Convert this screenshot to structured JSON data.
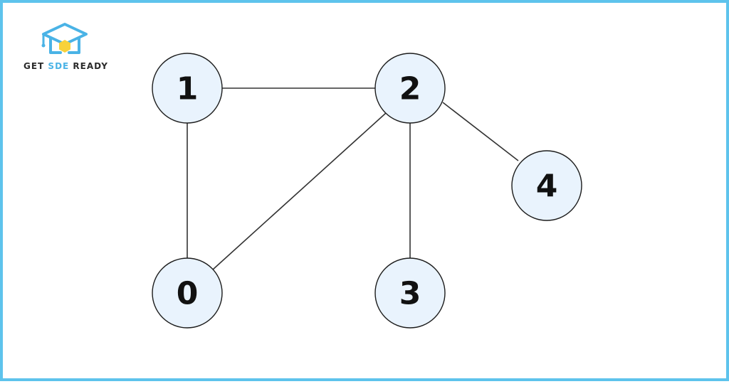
{
  "brand": {
    "word1": "GET",
    "word2": "SDE",
    "word3": "READY",
    "icon": "graduation-cap-house-logo",
    "colors": {
      "primary": "#4ab3e6",
      "accent": "#f7d23b",
      "text": "#2b2b2b"
    }
  },
  "graph": {
    "nodes": [
      {
        "id": "0",
        "label": "0"
      },
      {
        "id": "1",
        "label": "1"
      },
      {
        "id": "2",
        "label": "2"
      },
      {
        "id": "3",
        "label": "3"
      },
      {
        "id": "4",
        "label": "4"
      }
    ],
    "edges": [
      {
        "from": "1",
        "to": "2"
      },
      {
        "from": "1",
        "to": "0"
      },
      {
        "from": "2",
        "to": "0"
      },
      {
        "from": "2",
        "to": "3"
      },
      {
        "from": "2",
        "to": "4"
      }
    ]
  },
  "colors": {
    "border": "#5ec3ec",
    "node_fill": "#e9f3fd",
    "node_stroke": "#1c1c1c",
    "edge": "#333333"
  }
}
